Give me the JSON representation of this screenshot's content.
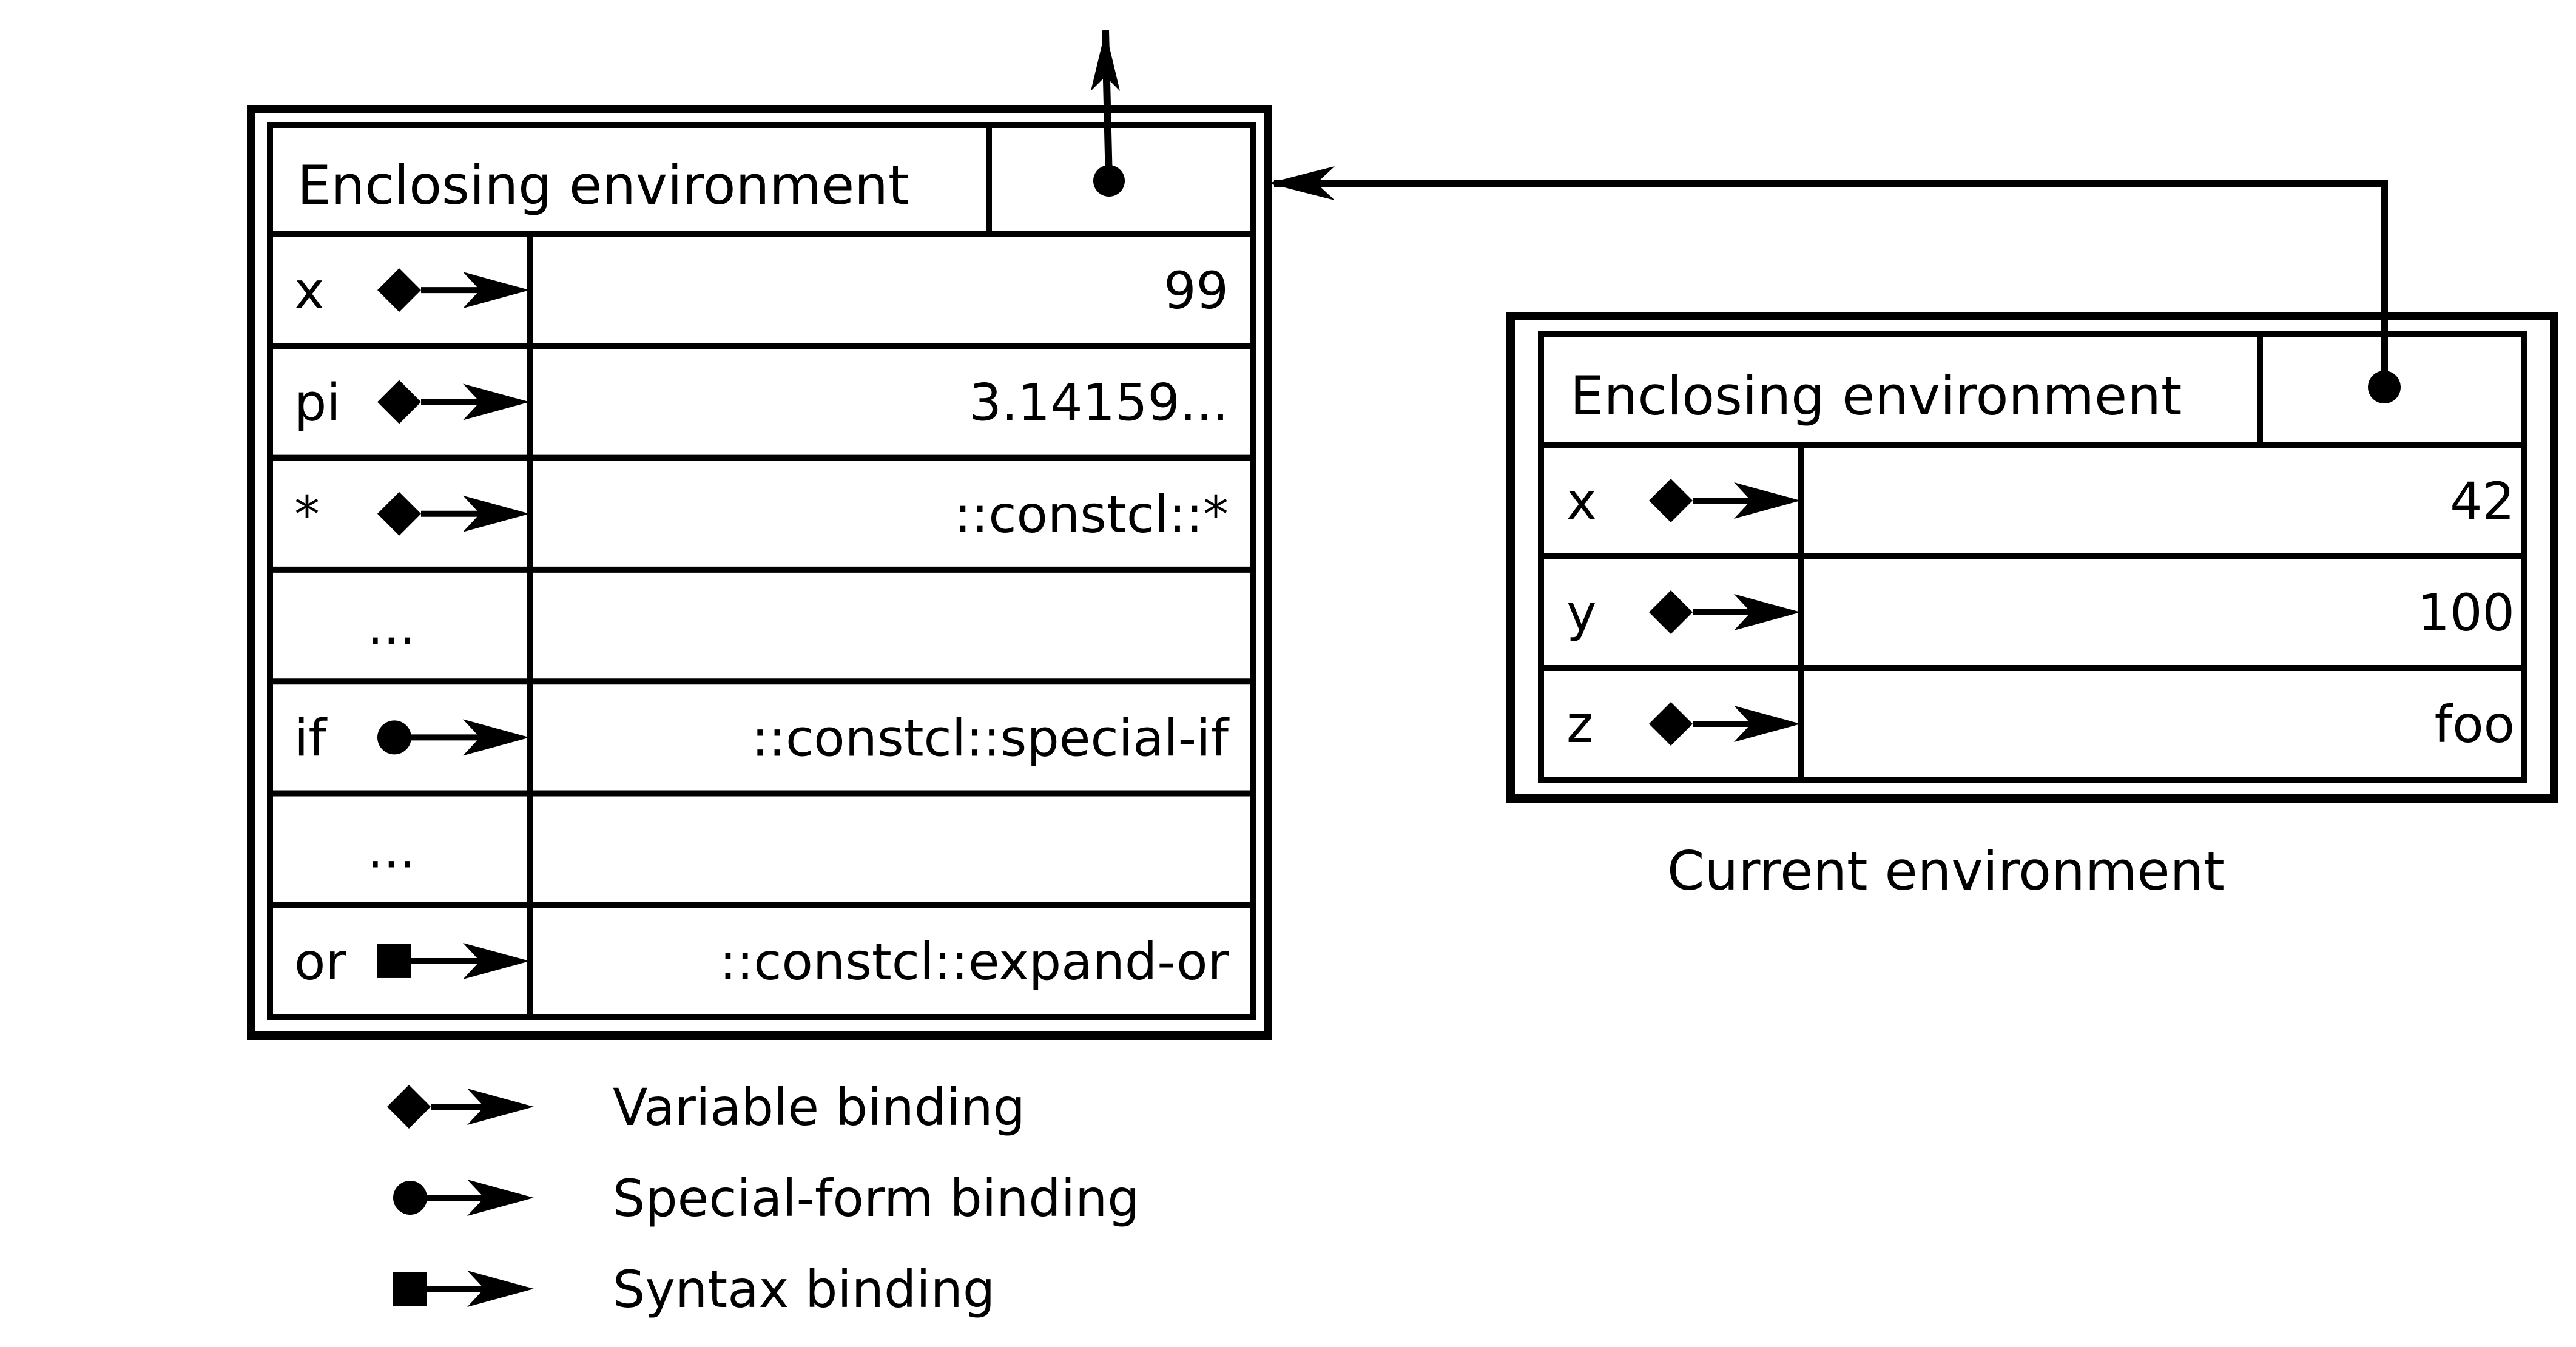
{
  "colors": {
    "ink": "#000000",
    "background": "#ffffff"
  },
  "global_env": {
    "header": "Enclosing environment",
    "rows": [
      {
        "name": "x",
        "binding": "variable",
        "value": "99"
      },
      {
        "name": "pi",
        "binding": "variable",
        "value": "3.14159..."
      },
      {
        "name": "*",
        "binding": "variable",
        "value": "::constcl::*"
      },
      {
        "name": "...",
        "binding": "none",
        "value": ""
      },
      {
        "name": "if",
        "binding": "special-form",
        "value": "::constcl::special-if"
      },
      {
        "name": "...",
        "binding": "none",
        "value": ""
      },
      {
        "name": "or",
        "binding": "syntax",
        "value": "::constcl::expand-or"
      }
    ]
  },
  "current_env": {
    "header": "Enclosing environment",
    "caption": "Current environment",
    "rows": [
      {
        "name": "x",
        "binding": "variable",
        "value": "42"
      },
      {
        "name": "y",
        "binding": "variable",
        "value": "100"
      },
      {
        "name": "z",
        "binding": "variable",
        "value": "foo"
      }
    ]
  },
  "legend": [
    {
      "binding": "variable",
      "label": "Variable binding"
    },
    {
      "binding": "special-form",
      "label": "Special-form binding"
    },
    {
      "binding": "syntax",
      "label": "Syntax binding"
    }
  ]
}
